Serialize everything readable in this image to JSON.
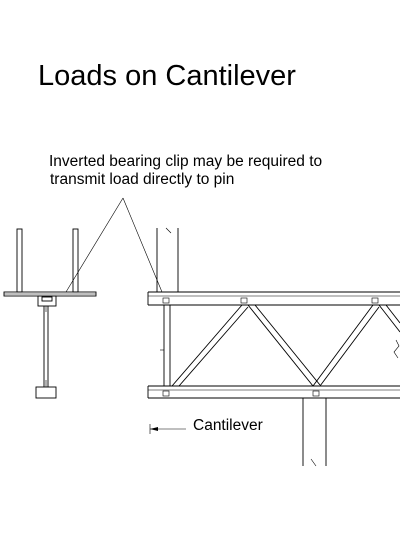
{
  "title": "Loads on Cantilever",
  "note": {
    "line1": "Inverted bearing clip may be required to",
    "line2": "transmit load directly to pin"
  },
  "cantilever_label": "Cantilever"
}
